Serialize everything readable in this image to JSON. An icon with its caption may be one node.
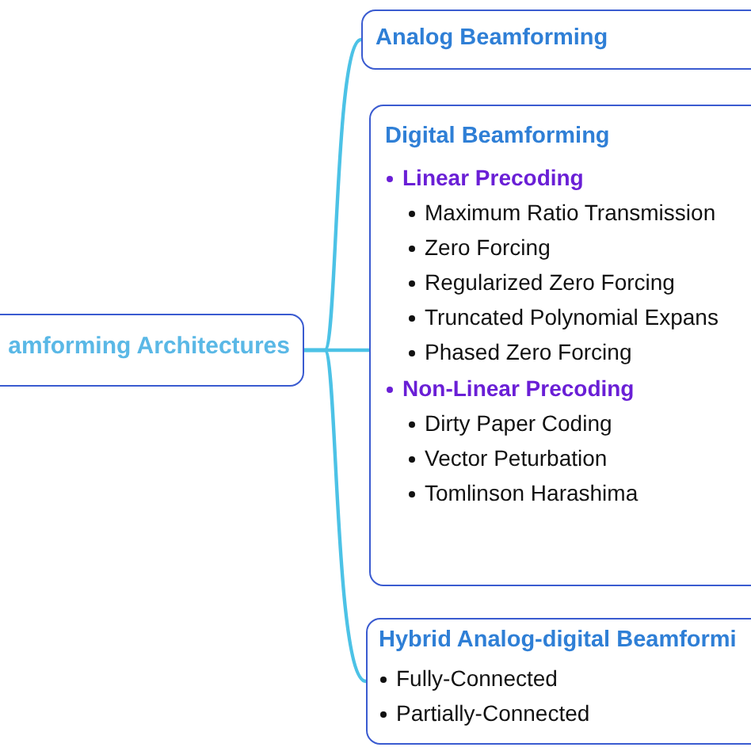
{
  "diagram": {
    "nodes": [
      {
        "text": [
          "amforming Architectures"
        ]
      },
      {
        "text": [
          "Analog Beamforming"
        ]
      },
      {
        "text": [
          "Digital Beamforming",
          "Linear Precoding",
          "Maximum Ratio Transmission",
          "Zero Forcing",
          "Regularized Zero Forcing",
          "Truncated Polynomial Expans",
          "Phased Zero Forcing",
          "Non-Linear Precoding",
          "Dirty Paper Coding",
          "Vector Peturbation",
          "Tomlinson Harashima"
        ]
      },
      {
        "text": [
          "Hybrid Analog-digital Beamformi",
          "Fully-Connected",
          "Partially-Connected"
        ]
      }
    ],
    "edges": [
      {
        "from": 0,
        "to": 1,
        "arrow": "none",
        "color": "#4cc2e6"
      },
      {
        "from": 0,
        "to": 2,
        "arrow": "none",
        "color": "#4cc2e6"
      },
      {
        "from": 0,
        "to": 3,
        "arrow": "none",
        "color": "#4cc2e6"
      }
    ]
  }
}
